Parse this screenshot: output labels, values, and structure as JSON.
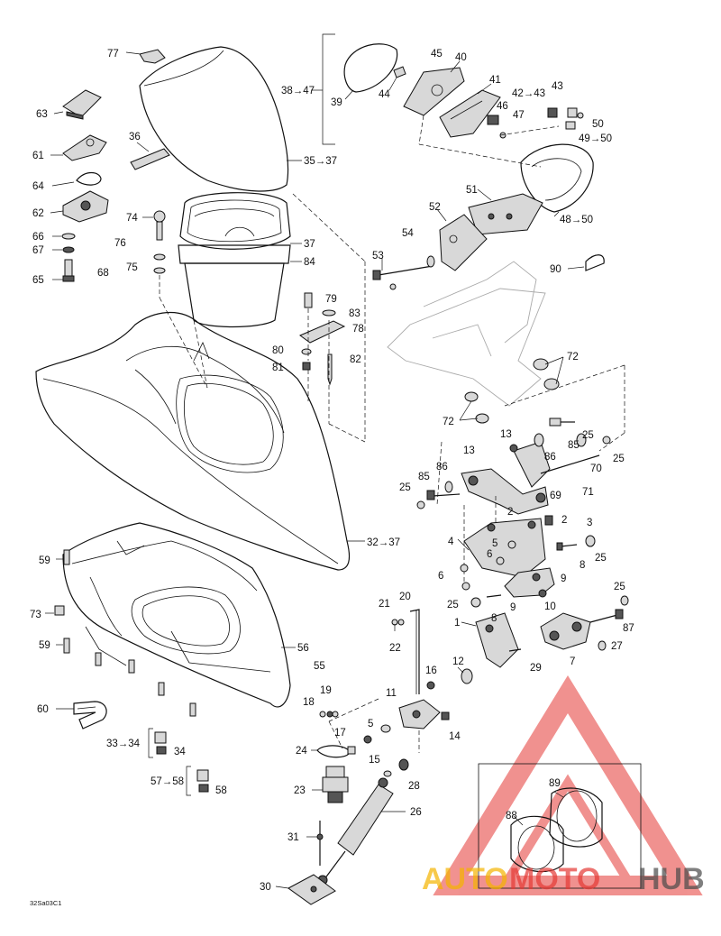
{
  "diagram": {
    "drawing_code": "32Sa03C1",
    "callouts": {
      "c77": "77",
      "c63": "63",
      "c36": "36",
      "c61": "61",
      "c64": "64",
      "c62": "62",
      "c74": "74",
      "c76": "76",
      "c66": "66",
      "c67": "67",
      "c75": "75",
      "c65": "65",
      "c68": "68",
      "c35": "35→37",
      "c37": "37",
      "c84": "84",
      "c38": "38→47",
      "c39": "39",
      "c44": "44",
      "c45": "45",
      "c40": "40",
      "c41": "41",
      "c46": "46",
      "c47": "47",
      "c42": "42→43",
      "c43": "43",
      "c50": "50",
      "c49": "49→50",
      "c51": "51",
      "c48": "48→50",
      "c52": "52",
      "c53": "53",
      "c54": "54",
      "c90": "90",
      "c79": "79",
      "c83": "83",
      "c78": "78",
      "c80": "80",
      "c82": "82",
      "c81": "81",
      "c72a": "72",
      "c72b": "72",
      "c13a": "13",
      "c86a": "86",
      "c25a": "25",
      "c85a": "85",
      "c70": "70",
      "c25b": "25",
      "c13b": "13",
      "c85b": "85",
      "c86b": "86",
      "c25c": "25",
      "c69": "69",
      "c71": "71",
      "c32": "32→37",
      "c2a": "2",
      "c2b": "2",
      "c3": "3",
      "c4": "4",
      "c5a": "5",
      "c6a": "6",
      "c6b": "6",
      "c8a": "8",
      "c25d": "25",
      "c9a": "9",
      "c25e": "25",
      "c9b": "9",
      "c10": "10",
      "c25f": "25",
      "c8b": "8",
      "c87": "87",
      "c1": "1",
      "c27": "27",
      "c7": "7",
      "c29": "29",
      "c59a": "59",
      "c73": "73",
      "c59b": "59",
      "c56": "56",
      "c55": "55",
      "c60": "60",
      "c33": "33→34",
      "c34": "34",
      "c57": "57→58",
      "c58": "58",
      "c21": "21",
      "c20": "20",
      "c22": "22",
      "c12": "12",
      "c16": "16",
      "c19": "19",
      "c11": "11",
      "c18": "18",
      "c17": "17",
      "c5b": "5",
      "c14": "14",
      "c24": "24",
      "c15": "15",
      "c28": "28",
      "c23": "23",
      "c26": "26",
      "c31": "31",
      "c30": "30",
      "c89": "89",
      "c88": "88"
    },
    "colors": {
      "ink": "#111111",
      "watermark_yellow": "#f5b400",
      "watermark_red": "#e53935",
      "watermark_grey": "#4a4a4a"
    }
  },
  "watermark": {
    "part1": "AUTO",
    "part2": "MOTO",
    "part3": "HUB"
  }
}
